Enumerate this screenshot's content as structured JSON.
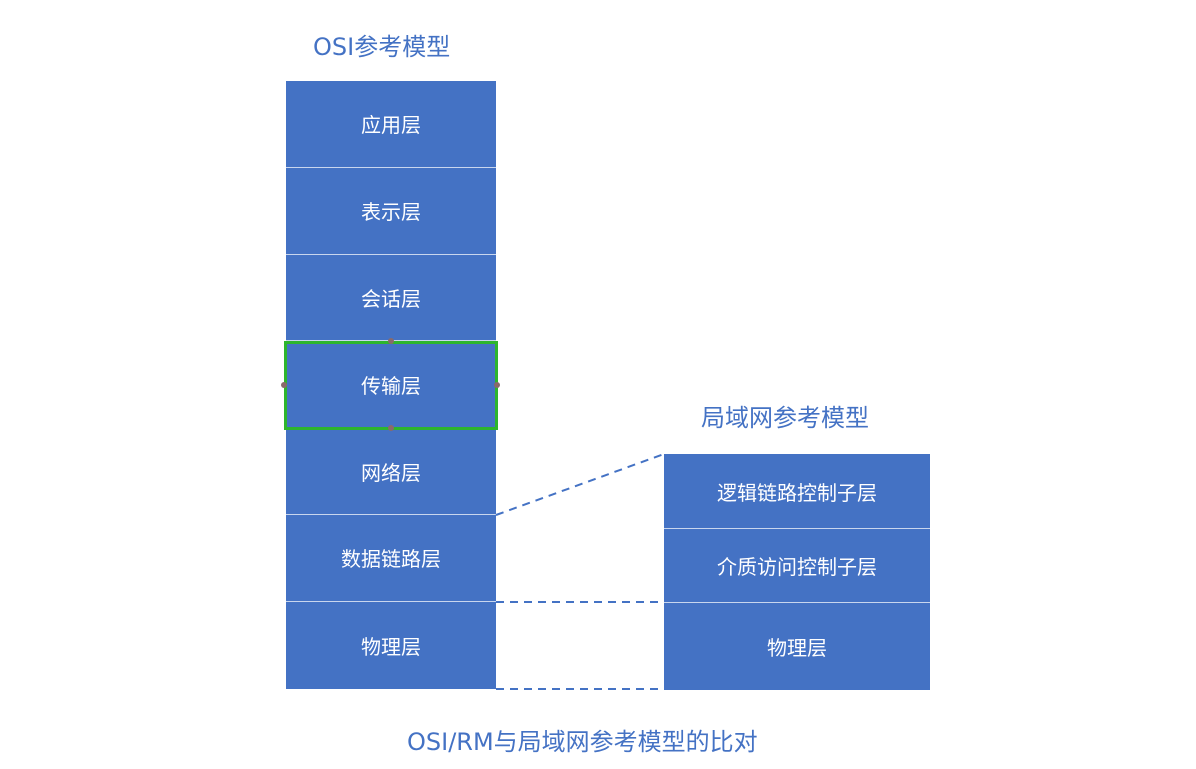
{
  "osi_title": "OSI参考模型",
  "lan_title": "局域网参考模型",
  "caption": "OSI/RM与局域网参考模型的比对",
  "osi_layers": [
    "应用层",
    "表示层",
    "会话层",
    "传输层",
    "网络层",
    "数据链路层",
    "物理层"
  ],
  "lan_layers": [
    "逻辑链路控制子层",
    "介质访问控制子层",
    "物理层"
  ],
  "selected_layer": "传输层",
  "colors": {
    "layer_fill": "#4472c4",
    "layer_text": "#ffffff",
    "title_text": "#4472c4",
    "selection": "#2db52d",
    "connector": "#4472c4"
  }
}
